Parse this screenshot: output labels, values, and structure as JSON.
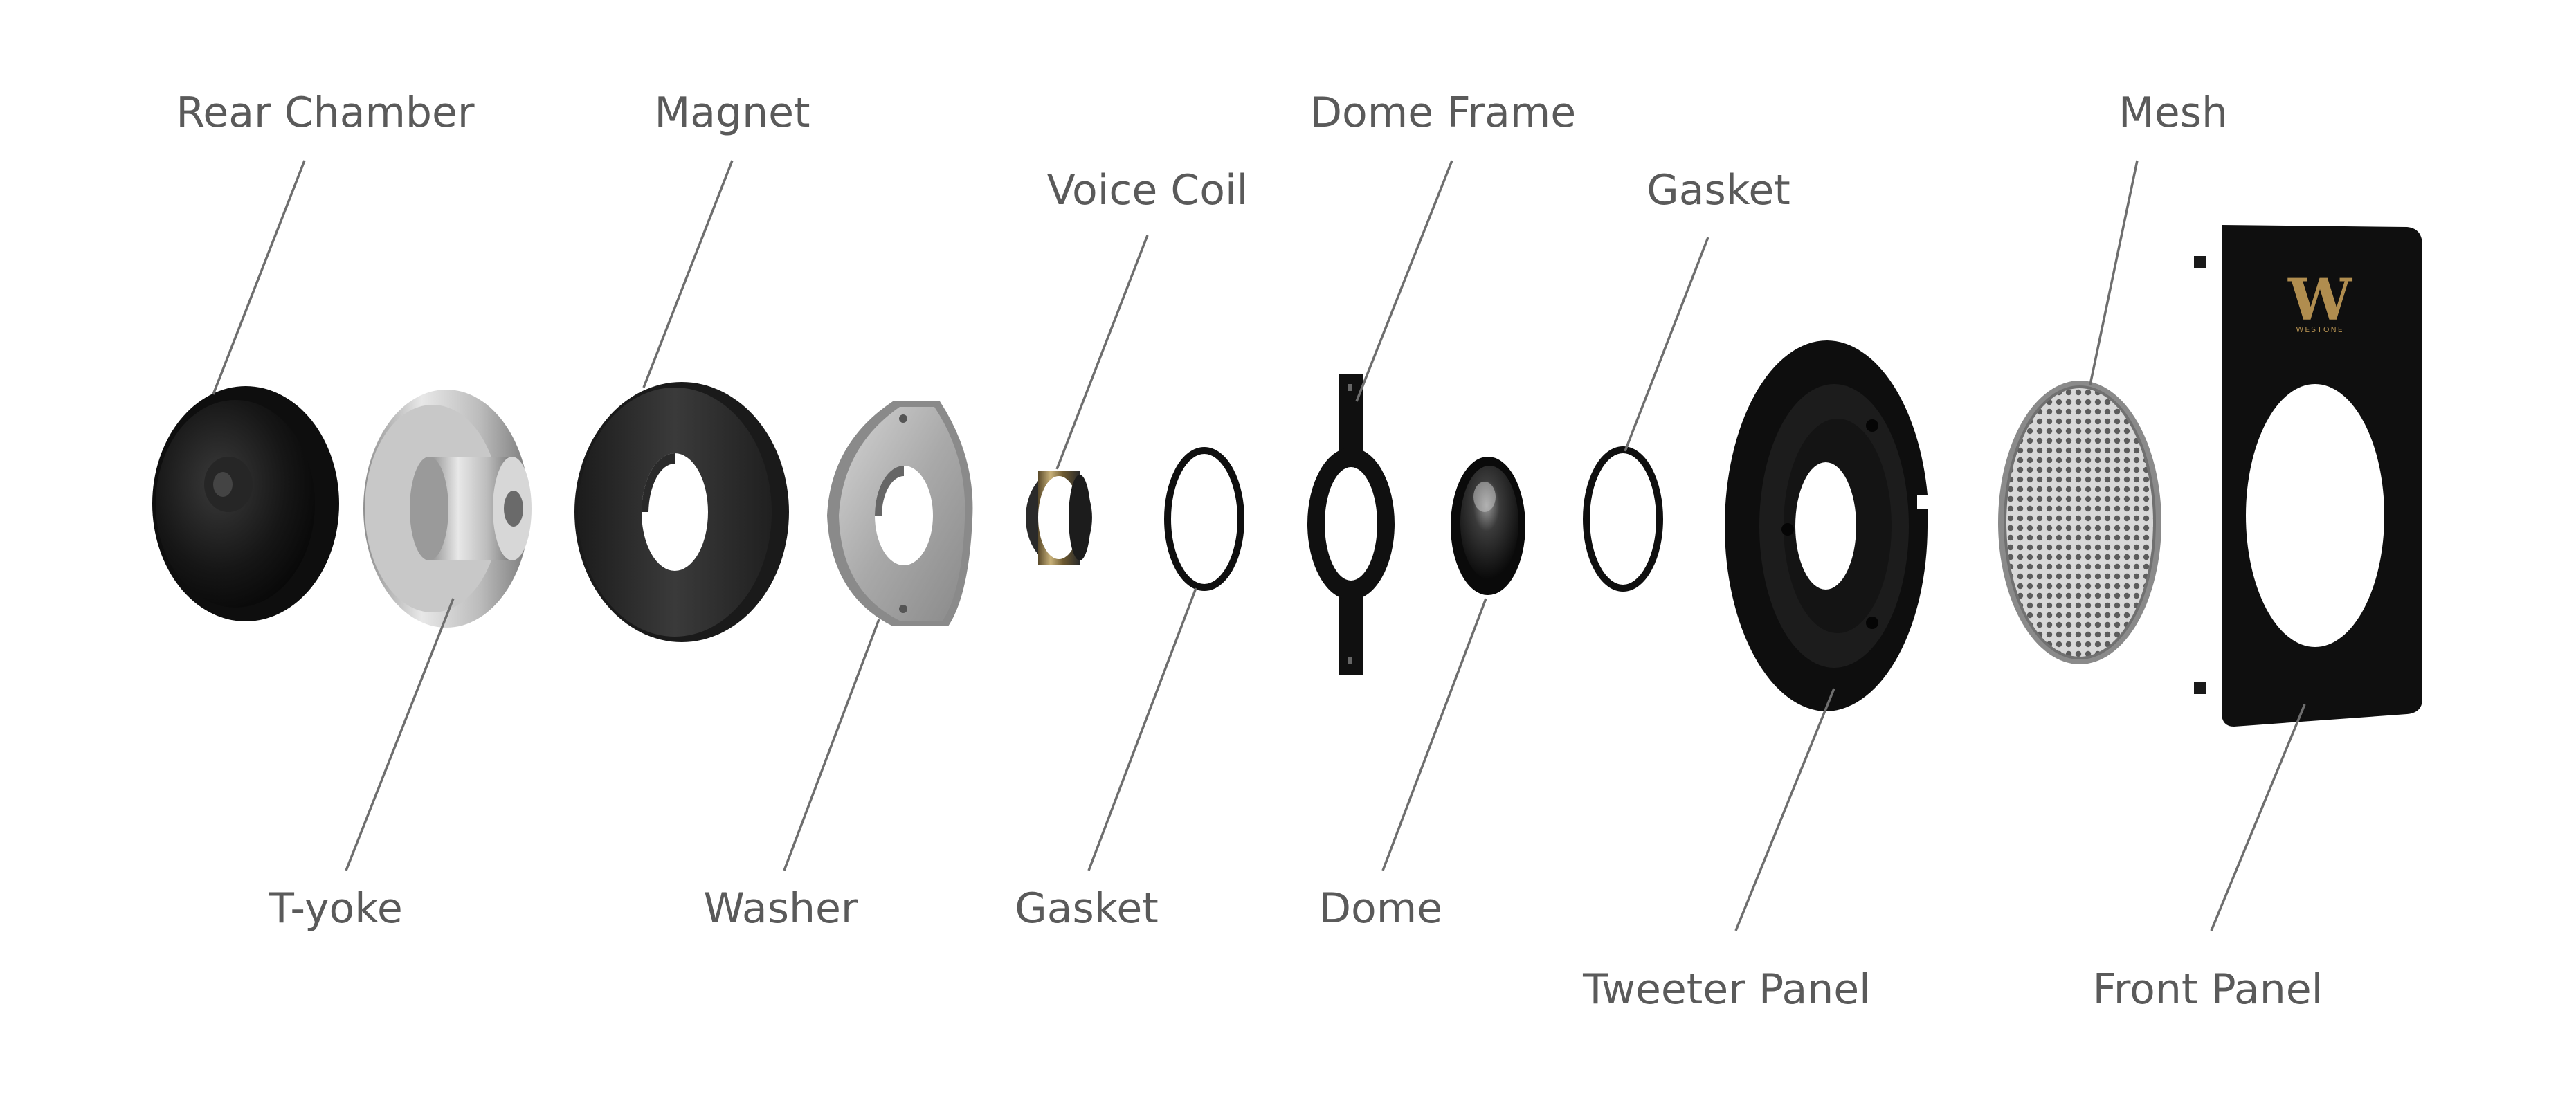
{
  "diagram": {
    "parts": [
      {
        "id": "rear-chamber",
        "label": "Rear Chamber"
      },
      {
        "id": "magnet",
        "label": "Magnet"
      },
      {
        "id": "voice-coil",
        "label": "Voice Coil"
      },
      {
        "id": "dome-frame",
        "label": "Dome Frame"
      },
      {
        "id": "gasket-front",
        "label": "Gasket"
      },
      {
        "id": "mesh",
        "label": "Mesh"
      },
      {
        "id": "t-yoke",
        "label": "T-yoke"
      },
      {
        "id": "washer",
        "label": "Washer"
      },
      {
        "id": "gasket-rear",
        "label": "Gasket"
      },
      {
        "id": "dome",
        "label": "Dome"
      },
      {
        "id": "tweeter-panel",
        "label": "Tweeter Panel"
      },
      {
        "id": "front-panel",
        "label": "Front Panel"
      }
    ],
    "logo": {
      "letter": "W",
      "text": "WESTONE"
    },
    "colors": {
      "label": "#5a5a5a",
      "leader": "#6e6e6e",
      "black_part": "#121212",
      "metal": "#b9b9b9",
      "logo_gold": "#b08d4f"
    }
  }
}
